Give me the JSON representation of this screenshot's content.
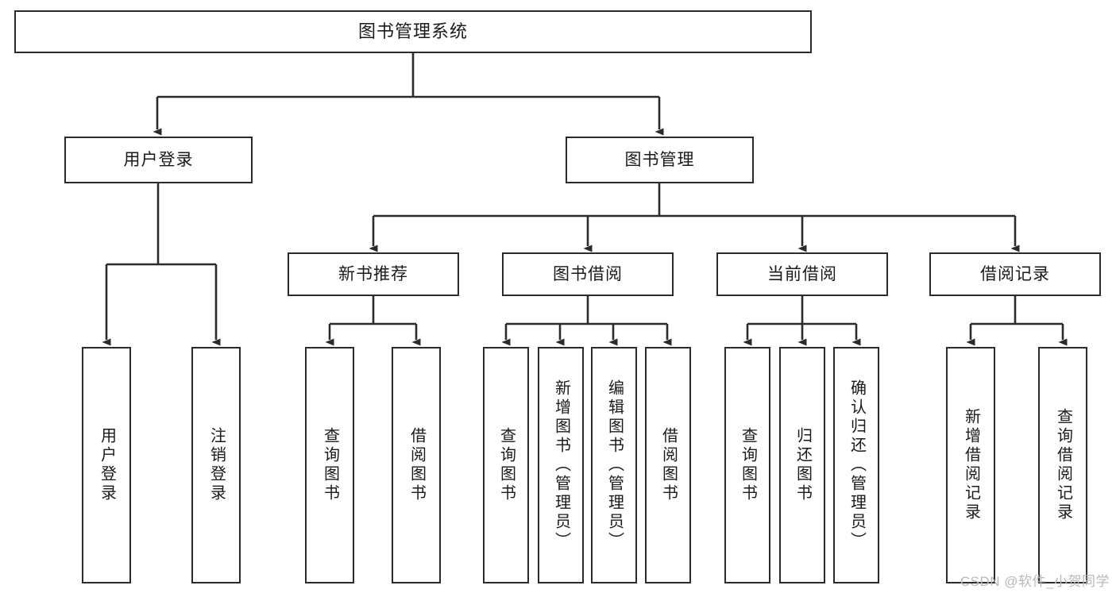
{
  "diagram": {
    "type": "tree-hierarchy",
    "title": "图书管理系统",
    "watermark": "CSDN @软件_小贺同学",
    "colors": {
      "box_border": "#2b2b2b",
      "box_fill": "#ffffff",
      "edge": "#2b2b2b",
      "text": "#1a1a1a",
      "watermark": "#b9b9b9",
      "background": "#ffffff"
    },
    "root": {
      "id": "root",
      "label": "图书管理系统"
    },
    "level2": [
      {
        "id": "user-login",
        "label": "用户登录"
      },
      {
        "id": "book-manage",
        "label": "图书管理"
      }
    ],
    "level3": [
      {
        "id": "new-book-recommend",
        "label": "新书推荐",
        "parent": "book-manage"
      },
      {
        "id": "book-borrow",
        "label": "图书借阅",
        "parent": "book-manage"
      },
      {
        "id": "current-borrow",
        "label": "当前借阅",
        "parent": "book-manage"
      },
      {
        "id": "borrow-record",
        "label": "借阅记录",
        "parent": "book-manage"
      }
    ],
    "leaves": {
      "user-login": [
        {
          "id": "leaf-user-login",
          "label": "用户登录"
        },
        {
          "id": "leaf-user-logout",
          "label": "注销登录"
        }
      ],
      "new-book-recommend": [
        {
          "id": "leaf-query-book-1",
          "label": "查询图书"
        },
        {
          "id": "leaf-borrow-book-1",
          "label": "借阅图书"
        }
      ],
      "book-borrow": [
        {
          "id": "leaf-query-book-2",
          "label": "查询图书"
        },
        {
          "id": "leaf-add-book",
          "label": "新增图书（管理员）"
        },
        {
          "id": "leaf-edit-book",
          "label": "编辑图书（管理员）"
        },
        {
          "id": "leaf-borrow-book-2",
          "label": "借阅图书"
        }
      ],
      "current-borrow": [
        {
          "id": "leaf-query-book-3",
          "label": "查询图书"
        },
        {
          "id": "leaf-return-book",
          "label": "归还图书"
        },
        {
          "id": "leaf-confirm-return",
          "label": "确认归还（管理员）"
        }
      ],
      "borrow-record": [
        {
          "id": "leaf-add-record",
          "label": "新增借阅记录"
        },
        {
          "id": "leaf-query-record",
          "label": "查询借阅记录"
        }
      ]
    }
  }
}
